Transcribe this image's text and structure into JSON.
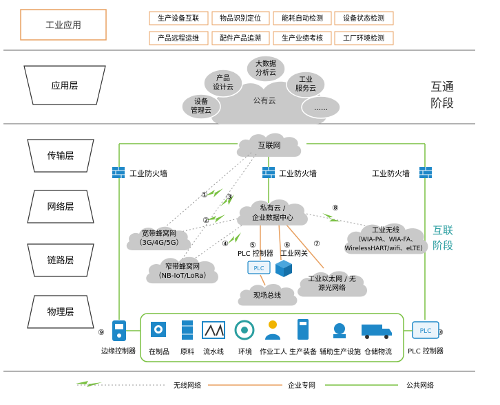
{
  "top": {
    "app_label": "工业应用",
    "apps": [
      "生产设备互联",
      "物品识别定位",
      "能耗自动检测",
      "设备状态检测",
      "产品远程运维",
      "配件产品追溯",
      "生产业绩考核",
      "工厂环境检测"
    ]
  },
  "application_layer": {
    "label": "应用层",
    "phase": [
      "互通",
      "阶段"
    ],
    "clouds": {
      "public": "公有云",
      "product_design": [
        "产品",
        "设计云"
      ],
      "big_data": [
        "大数据",
        "分析云"
      ],
      "industrial_service": [
        "工业",
        "服务云"
      ],
      "device_mgmt": [
        "设备",
        "管理云"
      ],
      "more": "……"
    }
  },
  "layers": [
    "传输层",
    "网络层",
    "链路层",
    "物理层"
  ],
  "interconnect_phase": [
    "互联",
    "阶段"
  ],
  "network": {
    "internet": "互联网",
    "firewall": "工业防火墙",
    "private_cloud": [
      "私有云 /",
      "企业数据中心"
    ],
    "broadband": [
      "宽带蜂窝网",
      "（3G/4G/5G）"
    ],
    "narrowband": [
      "窄带蜂窝网",
      "（NB-IoT/LoRa）"
    ],
    "plc_controller": "PLC 控制器",
    "gateway": "工业网关",
    "plc_badge": "PLC",
    "ethernet": [
      "工业以太网 / 无",
      "源光网络"
    ],
    "wireless": [
      "工业无线",
      "（WIA-PA、WIA-FA、",
      "WirelessHART/wifi、eLTE）"
    ],
    "field_bus": "现场总线",
    "markers": [
      "①",
      "②",
      "③",
      "④",
      "⑤",
      "⑥",
      "⑦",
      "⑧",
      "⑨",
      "⑩"
    ]
  },
  "physical": {
    "edge_controller": "边缘控制器",
    "plc_controller": "PLC 控制器",
    "plc_badge": "PLC",
    "items": [
      "在制品",
      "原料",
      "流水线",
      "环境",
      "作业工人",
      "生产装备",
      "辅助生产设施",
      "仓储物流"
    ]
  },
  "legend": {
    "wireless": "无线网络",
    "enterprise": "企业专网",
    "public": "公共网络"
  },
  "colors": {
    "orange": "#e8a060",
    "blue": "#1e88c8",
    "green": "#7ac142",
    "cloud": "#c9c9c9",
    "teal": "#2a9ea0",
    "phase_dark": "#333333"
  }
}
